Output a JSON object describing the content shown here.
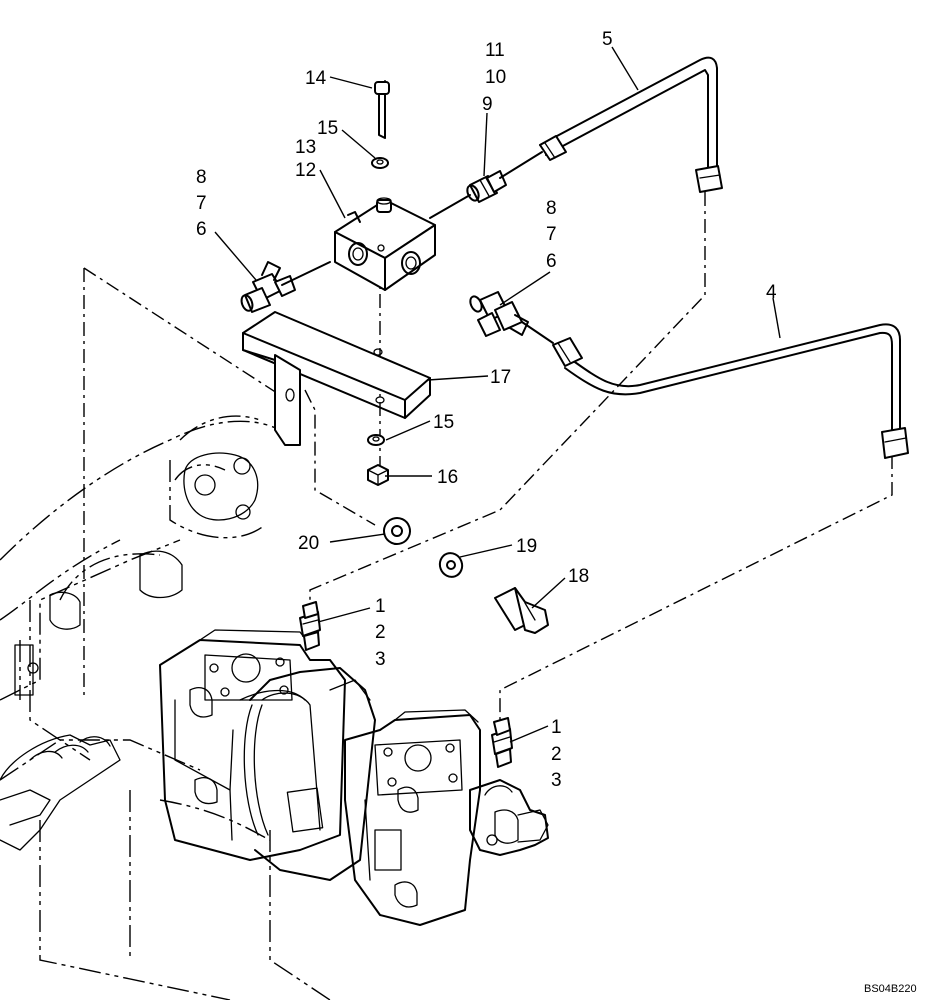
{
  "diagram": {
    "callouts": {
      "c14": "14",
      "c15a": "15",
      "c13": "13",
      "c12": "12",
      "c11": "11",
      "c10": "10",
      "c9": "9",
      "c5": "5",
      "c8a": "8",
      "c7a": "7",
      "c6a": "6",
      "c8b": "8",
      "c7b": "7",
      "c6b": "6",
      "c4": "4",
      "c17": "17",
      "c15b": "15",
      "c16": "16",
      "c20": "20",
      "c19": "19",
      "c18": "18",
      "c1a": "1",
      "c2a": "2",
      "c3a": "3",
      "c1b": "1",
      "c2b": "2",
      "c3b": "3"
    },
    "reference_code": "BS04B220"
  }
}
